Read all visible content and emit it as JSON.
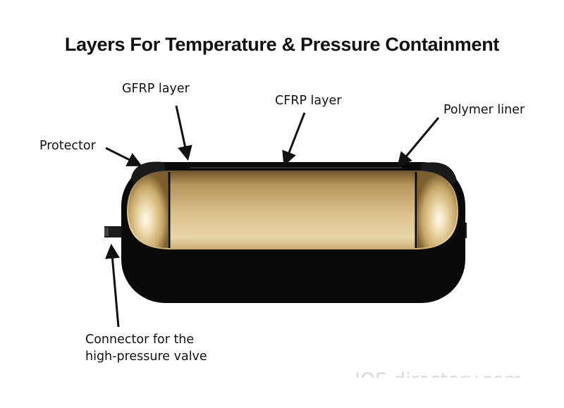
{
  "title": "Layers For Temperature & Pressure Containment",
  "labels": {
    "gfrp": "GFRP layer",
    "cfrp": "CFRP layer",
    "polymer": "Polymer liner",
    "protector": "Protector",
    "connector_line1": "Connector for the",
    "connector_line2": "high-pressure valve"
  },
  "watermark": "IQS directory.com",
  "colors": {
    "shell": "#0a0a0a",
    "liner_gold": "#d2b47a",
    "liner_dark": "#8d6e36",
    "highlight": "#fff6dc",
    "text": "#111111"
  }
}
